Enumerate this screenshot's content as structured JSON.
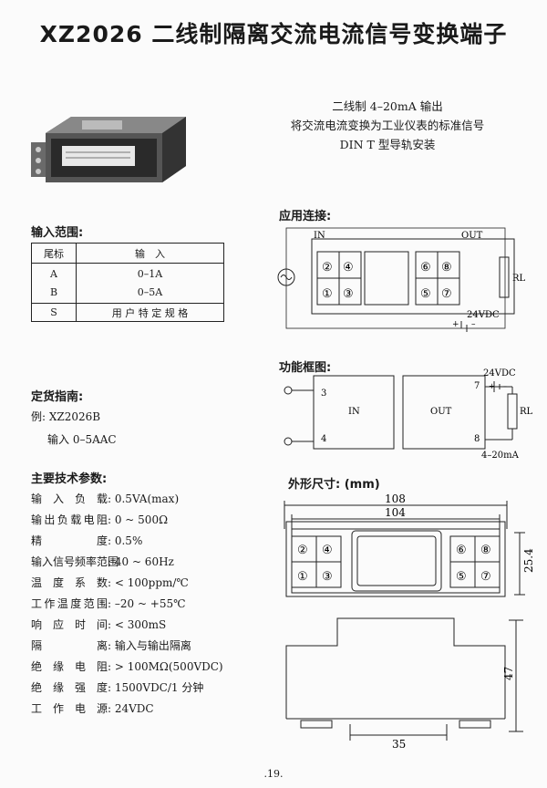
{
  "title": "XZ2026 二线制隔离交流电流信号变换端子",
  "intro": {
    "line1": "二线制 4–20mA 输出",
    "line2": "将交流电流变换为工业仪表的标准信号",
    "line3": "DIN T 型导轨安装"
  },
  "input_range": {
    "heading": "输入范围:",
    "col1": "尾标",
    "col2": "输　入",
    "rows": [
      {
        "tag": "A",
        "value": "0–1A"
      },
      {
        "tag": "B",
        "value": "0–5A"
      },
      {
        "tag": "S",
        "value": "用 户 特 定 规 格"
      }
    ]
  },
  "ordering": {
    "heading": "定货指南:",
    "line1": "例: XZ2026B",
    "line2": "输入 0–5AAC"
  },
  "params": {
    "heading": "主要技术参数:",
    "items": [
      {
        "k": "输入负载",
        "v": ": 0.5VA(max)"
      },
      {
        "k": "输出负载电阻",
        "v": ": 0 ~ 500Ω"
      },
      {
        "k": "精度",
        "v": ": 0.5%"
      },
      {
        "k": "输入信号频率范围",
        "v": ": 40 ~ 60Hz"
      },
      {
        "k": "温度系数",
        "v": ": < 100ppm/℃"
      },
      {
        "k": "工作温度范围",
        "v": ": –20 ~ +55℃"
      },
      {
        "k": "响应时间",
        "v": ": < 300mS"
      },
      {
        "k": "隔离",
        "v": ": 输入与输出隔离"
      },
      {
        "k": "绝缘电阻",
        "v": ": > 100MΩ(500VDC)"
      },
      {
        "k": "绝缘强度",
        "v": ": 1500VDC/1 分钟"
      },
      {
        "k": "工作电源",
        "v": ": 24VDC"
      }
    ]
  },
  "connection": {
    "heading": "应用连接:",
    "in_label": "IN",
    "out_label": "OUT",
    "rl": "RL",
    "supply": "24VDC",
    "plus": "+",
    "minus": "–",
    "t2": "②",
    "t4": "④",
    "t1": "①",
    "t3": "③",
    "t6": "⑥",
    "t8": "⑧",
    "t5": "⑤",
    "t7": "⑦"
  },
  "function": {
    "heading": "功能框图:",
    "in_label": "IN",
    "out_label": "OUT",
    "p3": "3",
    "p4": "4",
    "p7": "7",
    "p8": "8",
    "supply": "24VDC",
    "plus": "+",
    "minus": "–",
    "rl": "RL",
    "current": "4–20mA"
  },
  "dimensions": {
    "heading": "外形尺寸: (mm)",
    "d108": "108",
    "d104": "104",
    "d254": "25.4",
    "d47": "47",
    "d35": "35"
  },
  "page_number": ".19."
}
